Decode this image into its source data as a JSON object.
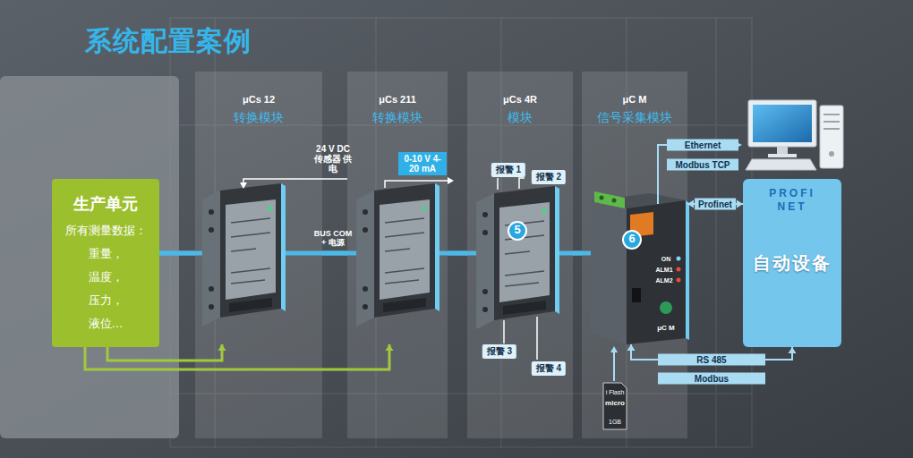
{
  "diagram": {
    "title": "系统配置案例",
    "nodes": [
      {
        "text": [
          "生产单元",
          "所有测量数据：",
          "重量，",
          "温度，",
          "压力，",
          "液位…"
        ]
      },
      {
        "text": [
          "μCs 12",
          "转换模块"
        ]
      },
      {
        "text": [
          "μCs 211",
          "转换模块"
        ]
      },
      {
        "text": [
          "μCs 4R",
          "模块"
        ]
      },
      {
        "text": [
          "μC M",
          "信号采集模块"
        ]
      },
      {
        "text": [
          "自动设备"
        ]
      }
    ],
    "edges": [
      {
        "from": 0,
        "to": 1,
        "arrow": "none"
      },
      {
        "from": 1,
        "to": 2,
        "arrow": "none"
      },
      {
        "from": 2,
        "to": 3,
        "arrow": "none"
      },
      {
        "from": 3,
        "to": 4,
        "arrow": "none"
      },
      {
        "from": 0,
        "to": 1,
        "arrow": "to"
      },
      {
        "from": 0,
        "to": 2,
        "arrow": "to"
      },
      {
        "from": 4,
        "to": 5,
        "label": "Profinet",
        "arrow": "both"
      },
      {
        "from": 4,
        "to": 5,
        "label": "RS 485",
        "arrow": "both"
      }
    ],
    "labels": [
      "24 V DC 传感器 供电",
      "BUS COM + 电源",
      "0-10 V 4-20 mA",
      "报警 1",
      "报警 2",
      "5",
      "报警 3",
      "报警 4",
      "6",
      "ON",
      "ALM1",
      "ALM2",
      "μC M",
      "Ethernet",
      "Modbus TCP",
      "Modbus",
      "PROFI",
      "NET",
      "i Flash",
      "micro",
      "1GB"
    ]
  }
}
